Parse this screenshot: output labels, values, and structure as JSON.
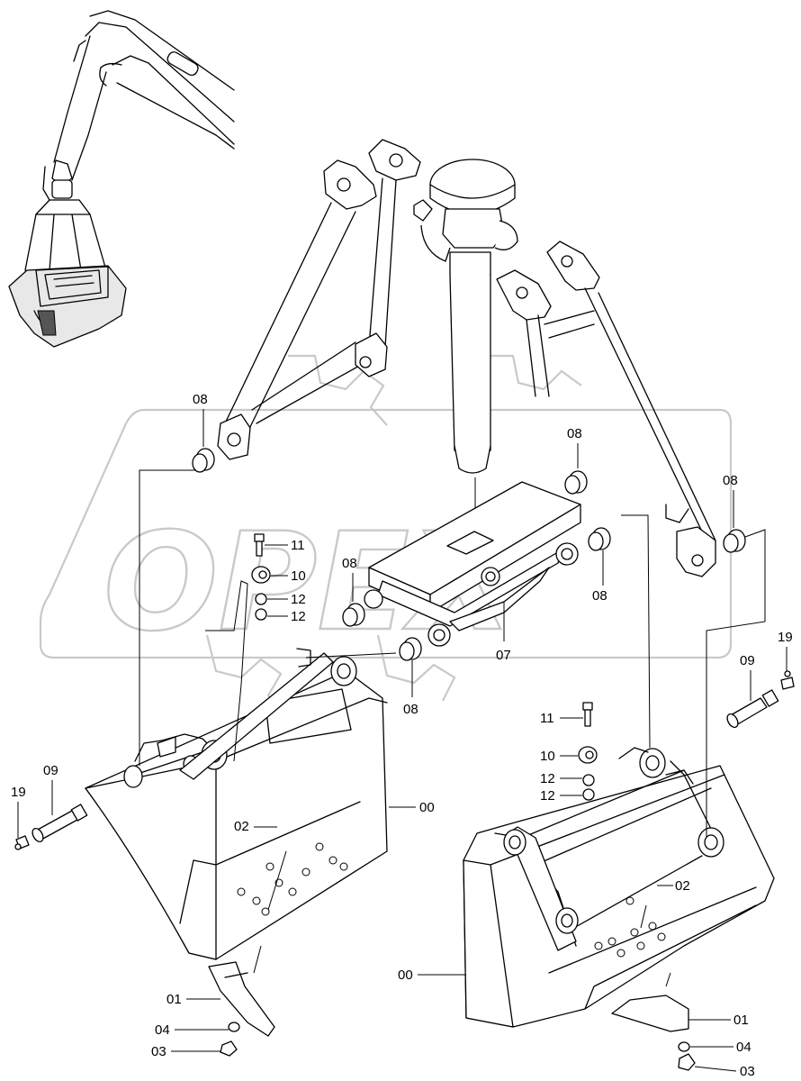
{
  "watermark": {
    "text": "OPEX"
  },
  "callouts": {
    "c08_left": "08",
    "c08_mid_top": "08",
    "c08_mid_right": "08",
    "c08_right": "08",
    "c08_center_cyl": "08",
    "c08_bottom_mid": "08",
    "c11_left": "11",
    "c10_left": "10",
    "c12_left_a": "12",
    "c12_left_b": "12",
    "c07": "07",
    "c19_right": "19",
    "c09_right": "09",
    "c11_right": "11",
    "c10_right": "10",
    "c12_right_a": "12",
    "c12_right_b": "12",
    "c00_left": "00",
    "c19_left": "19",
    "c09_left": "09",
    "c02_left": "02",
    "c01_left": "01",
    "c04_left": "04",
    "c03_left": "03",
    "c02_right": "02",
    "c00_right": "00",
    "c01_right": "01",
    "c04_right": "04",
    "c03_right": "03"
  }
}
